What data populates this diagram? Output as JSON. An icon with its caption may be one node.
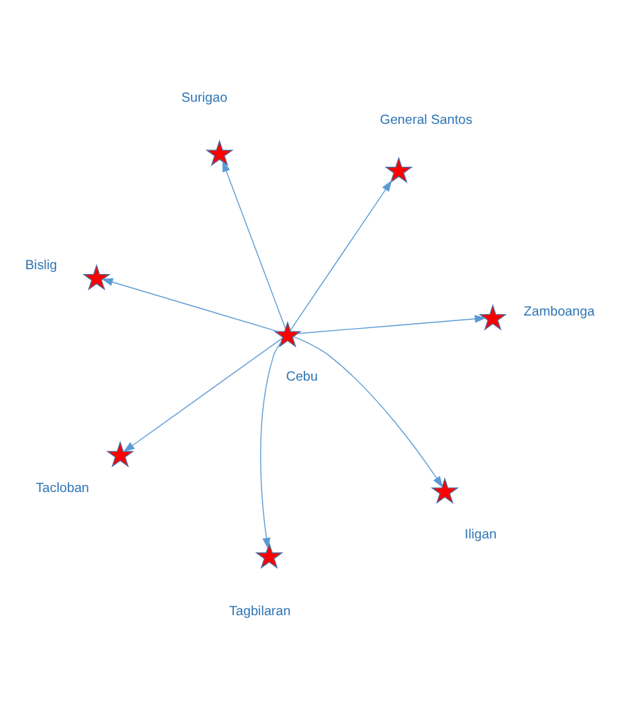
{
  "diagram": {
    "nodes": [
      {
        "text": [],
        "shape": "star",
        "beside": [
          "Tacloban"
        ]
      },
      {
        "text": [],
        "shape": "star",
        "beside": [
          "Cebu"
        ]
      },
      {
        "text": [],
        "shape": "star",
        "beside": [
          "Surigao"
        ]
      },
      {
        "text": [],
        "shape": "star",
        "beside": [
          "Tagbilaran"
        ]
      },
      {
        "text": [],
        "shape": "star",
        "beside": [
          "Iligan"
        ]
      },
      {
        "text": [],
        "shape": "star",
        "beside": [
          "Bislig"
        ]
      },
      {
        "text": [],
        "shape": "star",
        "beside": [
          "Zamboanga"
        ]
      },
      {
        "text": [],
        "shape": "star",
        "beside": [
          "General Santos"
        ]
      }
    ],
    "edges": [
      {
        "from": 1,
        "to": 0,
        "arrow": "to"
      },
      {
        "from": 1,
        "to": 2,
        "arrow": "to"
      },
      {
        "from": 1,
        "to": 3,
        "arrow": "to"
      },
      {
        "from": 1,
        "to": 4,
        "arrow": "to"
      },
      {
        "from": 1,
        "to": 5,
        "arrow": "to"
      },
      {
        "from": 1,
        "to": 6,
        "arrow": "to"
      },
      {
        "from": 1,
        "to": 7,
        "arrow": "to"
      }
    ]
  }
}
